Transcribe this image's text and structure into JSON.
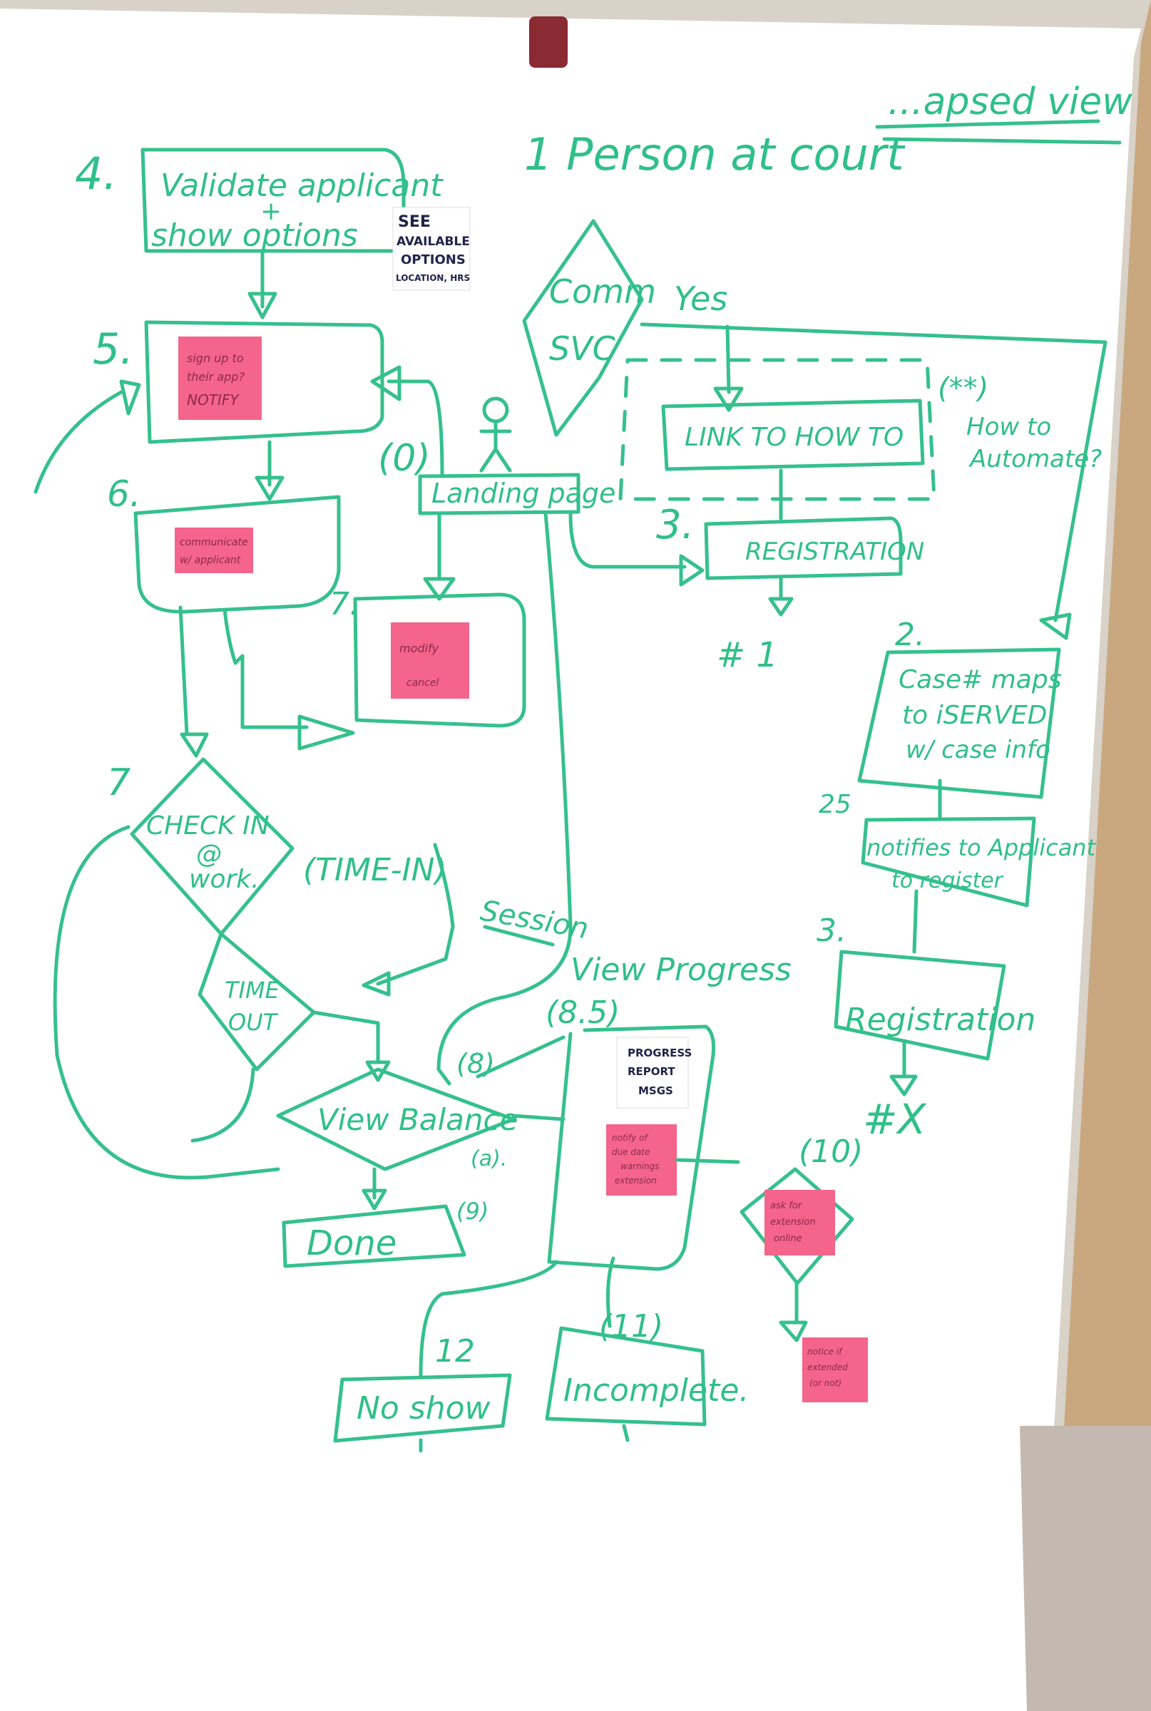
{
  "board": {
    "header": "...apsed view",
    "title": "1 Person at court",
    "colors": {
      "ink": "#35c08e",
      "sticky_pink": "#f5648b",
      "sticky_white": "#ffffff",
      "board": "#ffffff",
      "wall": "#c9a77f"
    }
  },
  "steps": {
    "s4": {
      "number": "4.",
      "line1": "Validate applicant",
      "plus": "+",
      "line2": "show options"
    },
    "s4_note": {
      "line1": "SEE",
      "line2": "AVAILABLE",
      "line3": "OPTIONS",
      "line4": "LOCATION, HRS"
    },
    "s5": {
      "number": "5.",
      "sticky_line1": "sign up to",
      "sticky_line2": "their app?",
      "sticky_line3": "NOTIFY"
    },
    "s6": {
      "number": "6.",
      "sticky_line1": "communicate",
      "sticky_line2": "w/ applicant"
    },
    "s0": {
      "number": "(0)",
      "label": "Landing page"
    },
    "s7a": {
      "number": "7.",
      "sticky_line1": "modify",
      "sticky_line2": "cancel"
    },
    "comm": {
      "line1": "Comm",
      "line2": "SVC",
      "yes": "Yes"
    },
    "link": {
      "label": "LINK TO HOW TO",
      "marker": "(**)",
      "note_line1": "How to",
      "note_line2": "Automate?"
    },
    "s3a": {
      "number": "3.",
      "label": "REGISTRATION",
      "outcome": "# 1"
    },
    "s2": {
      "number": "2.",
      "line1": "Case# maps",
      "line2": "to iSERVED",
      "line3": "w/ case info"
    },
    "s25": {
      "number": "25",
      "line1": "notifies to Applicant",
      "line2": "to register"
    },
    "s3b": {
      "number": "3.",
      "label": "Registration",
      "outcome": "#X"
    },
    "s7b": {
      "number": "7",
      "line1": "CHECK IN",
      "line2": "@",
      "line3": "work."
    },
    "timein": {
      "label": "(TIME-IN)",
      "session": "Session"
    },
    "timeout": {
      "line1": "TIME",
      "line2": "OUT"
    },
    "s8": {
      "number": "(8)",
      "label": "View Balance",
      "sub": "(a)."
    },
    "s9": {
      "number": "(9)",
      "label": "Done"
    },
    "s85": {
      "number": "(8.5)",
      "label": "View Progress",
      "note_line1": "PROGRESS",
      "note_line2": "REPORT",
      "note_line3": "MSGS",
      "sticky_line1": "notify of",
      "sticky_line2": "due date",
      "sticky_line3": "warnings",
      "sticky_line4": "extension"
    },
    "s10": {
      "number": "(10)",
      "sticky_line1": "ask for",
      "sticky_line2": "extension",
      "sticky_line3": "online",
      "result_line1": "notice if",
      "result_line2": "extended",
      "result_line3": "(or not)"
    },
    "s11": {
      "number": "(11)",
      "label": "Incomplete."
    },
    "s12": {
      "number": "12",
      "label": "No show"
    }
  }
}
